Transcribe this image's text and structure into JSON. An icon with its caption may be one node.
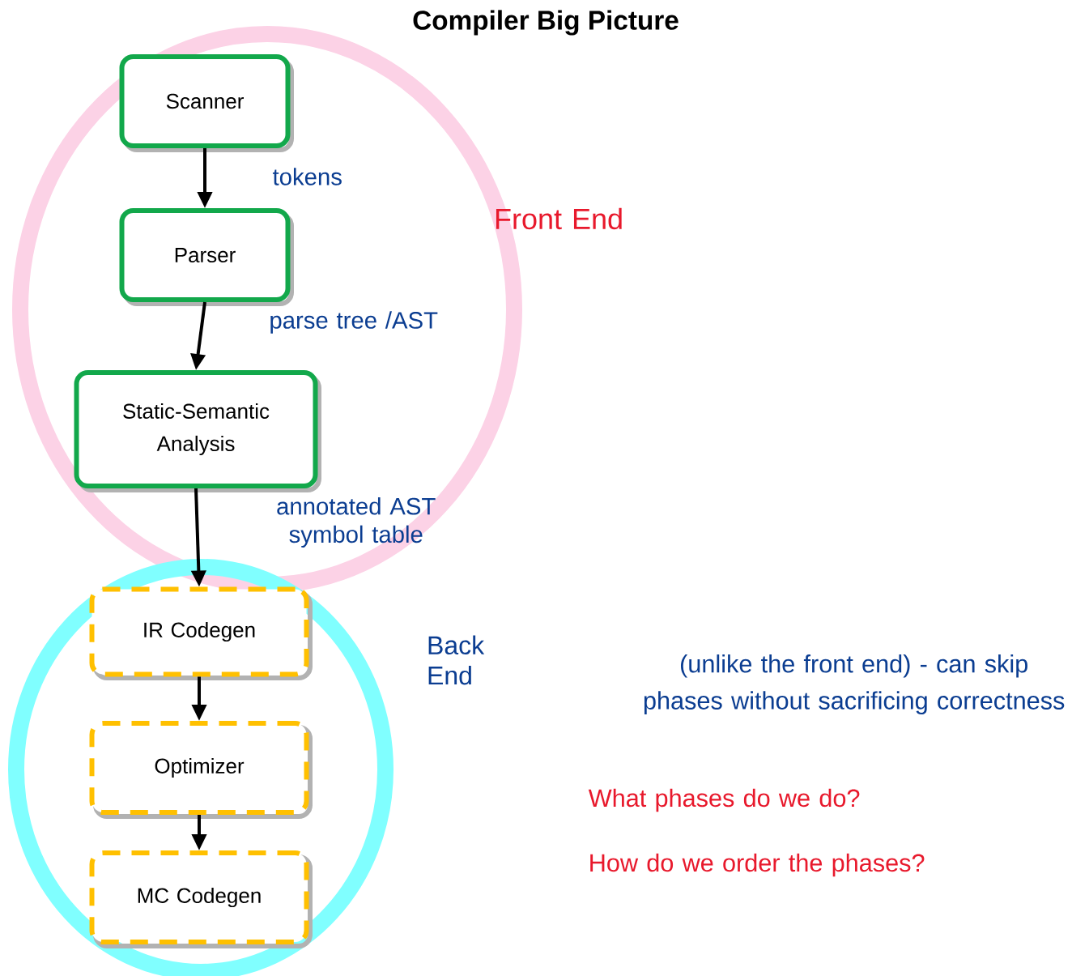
{
  "diagram": {
    "title": "Compiler Big Picture",
    "nodes": [
      {
        "text": [
          "Front End"
        ]
      },
      {
        "text": [
          "Scanner"
        ],
        "in": 0
      },
      {
        "text": [
          "Parser"
        ],
        "in": 0
      },
      {
        "text": [
          "Static-Semantic Analysis"
        ],
        "in": 0
      },
      {
        "text": [
          "Back End"
        ]
      },
      {
        "text": [
          "IR Codegen"
        ],
        "in": 4
      },
      {
        "text": [
          "Optimizer"
        ],
        "in": 4
      },
      {
        "text": [
          "MC Codegen"
        ],
        "in": 4
      }
    ],
    "edges": [
      {
        "from": 1,
        "to": 2,
        "arrow": "to",
        "label": "tokens"
      },
      {
        "from": 2,
        "to": 3,
        "arrow": "to",
        "label": "parse tree /AST"
      },
      {
        "from": 3,
        "to": 5,
        "arrow": "to",
        "label": "annotated AST symbol table"
      },
      {
        "from": 5,
        "to": 6,
        "arrow": "to"
      },
      {
        "from": 6,
        "to": 7,
        "arrow": "to"
      }
    ],
    "labels": [
      "(unlike the front end) - can skip phases without sacrificing correctness",
      "What phases do we do?",
      "How do we order the phases?"
    ]
  }
}
